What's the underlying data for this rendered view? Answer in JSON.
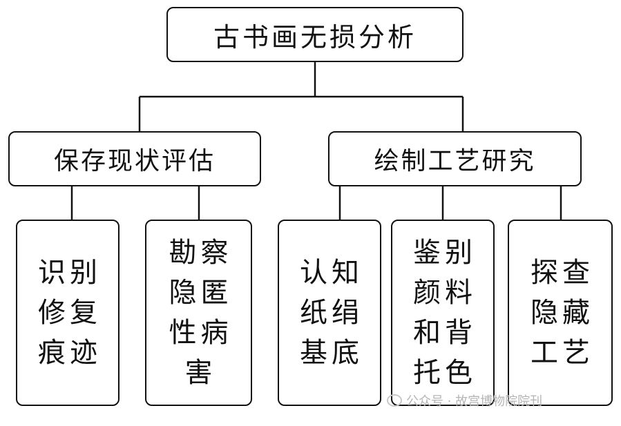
{
  "root": {
    "label": "古书画无损分析"
  },
  "branches": [
    {
      "label": "保存现状评估",
      "leaves": [
        {
          "chars": [
            "识",
            "别",
            "修",
            "复",
            "痕",
            "迹"
          ]
        },
        {
          "chars": [
            "勘",
            "察",
            "隐",
            "匿",
            "性",
            "病",
            "害"
          ]
        }
      ]
    },
    {
      "label": "绘制工艺研究",
      "leaves": [
        {
          "chars": [
            "认",
            "知",
            "纸",
            "绢",
            "基",
            "底"
          ]
        },
        {
          "chars": [
            "鉴",
            "别",
            "颜",
            "料",
            "和",
            "背",
            "托",
            "色"
          ]
        },
        {
          "chars": [
            "探",
            "查",
            "隐",
            "藏",
            "工",
            "艺"
          ]
        }
      ]
    }
  ],
  "watermark": {
    "text": "公众号 · 故宫博物院院刊"
  }
}
